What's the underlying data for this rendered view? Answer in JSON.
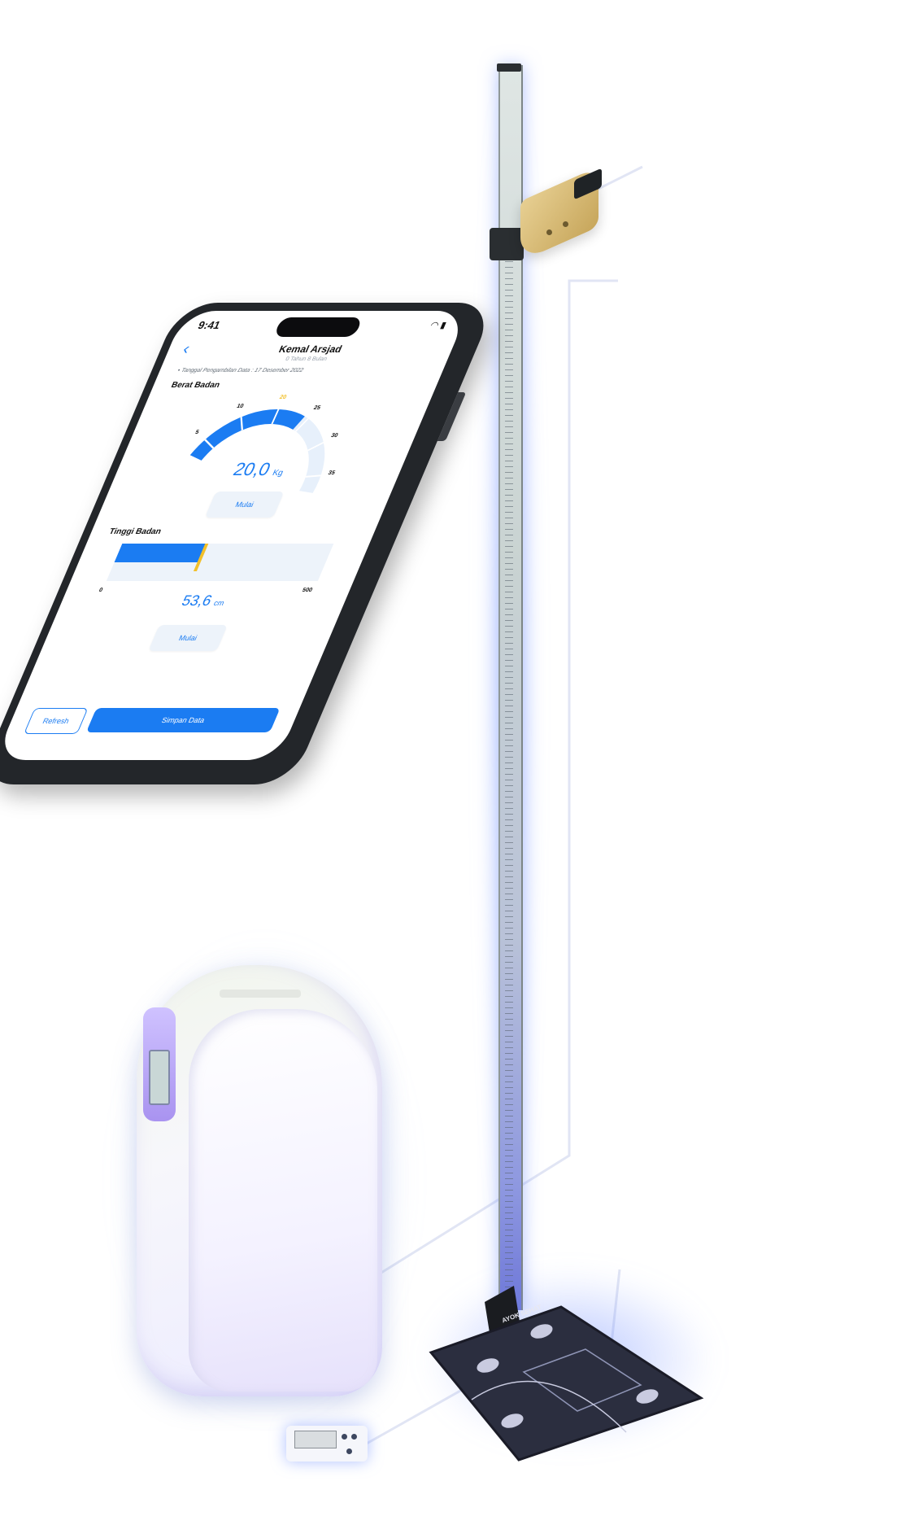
{
  "phone": {
    "time": "9:41",
    "status_icons": "📶",
    "patient_name": "Kemal Arsjad",
    "patient_age": "0 Tahun 8 Bulan",
    "date_line": "Tanggal Pengambilan Data : 17 Desember 2022",
    "weight_section": {
      "title": "Berat Badan",
      "ticks": [
        "5",
        "10",
        "20",
        "25",
        "30",
        "35"
      ],
      "highlight_tick": "20",
      "value": "20,0",
      "unit": "Kg",
      "value_fraction": 0.56,
      "start_label": "Mulai"
    },
    "height_section": {
      "title": "Tinggi Badan",
      "min": "0",
      "max": "500",
      "value": "53,6",
      "unit": "cm",
      "value_fraction": 0.4,
      "start_label": "Mulai"
    },
    "refresh_label": "Refresh",
    "save_label": "Simpan Data"
  },
  "pole": {
    "brand": "AYOK SEHAT"
  },
  "colors": {
    "accent": "#1b7cf2",
    "marker": "#f2c02a",
    "glow": "#8ea4ff"
  }
}
